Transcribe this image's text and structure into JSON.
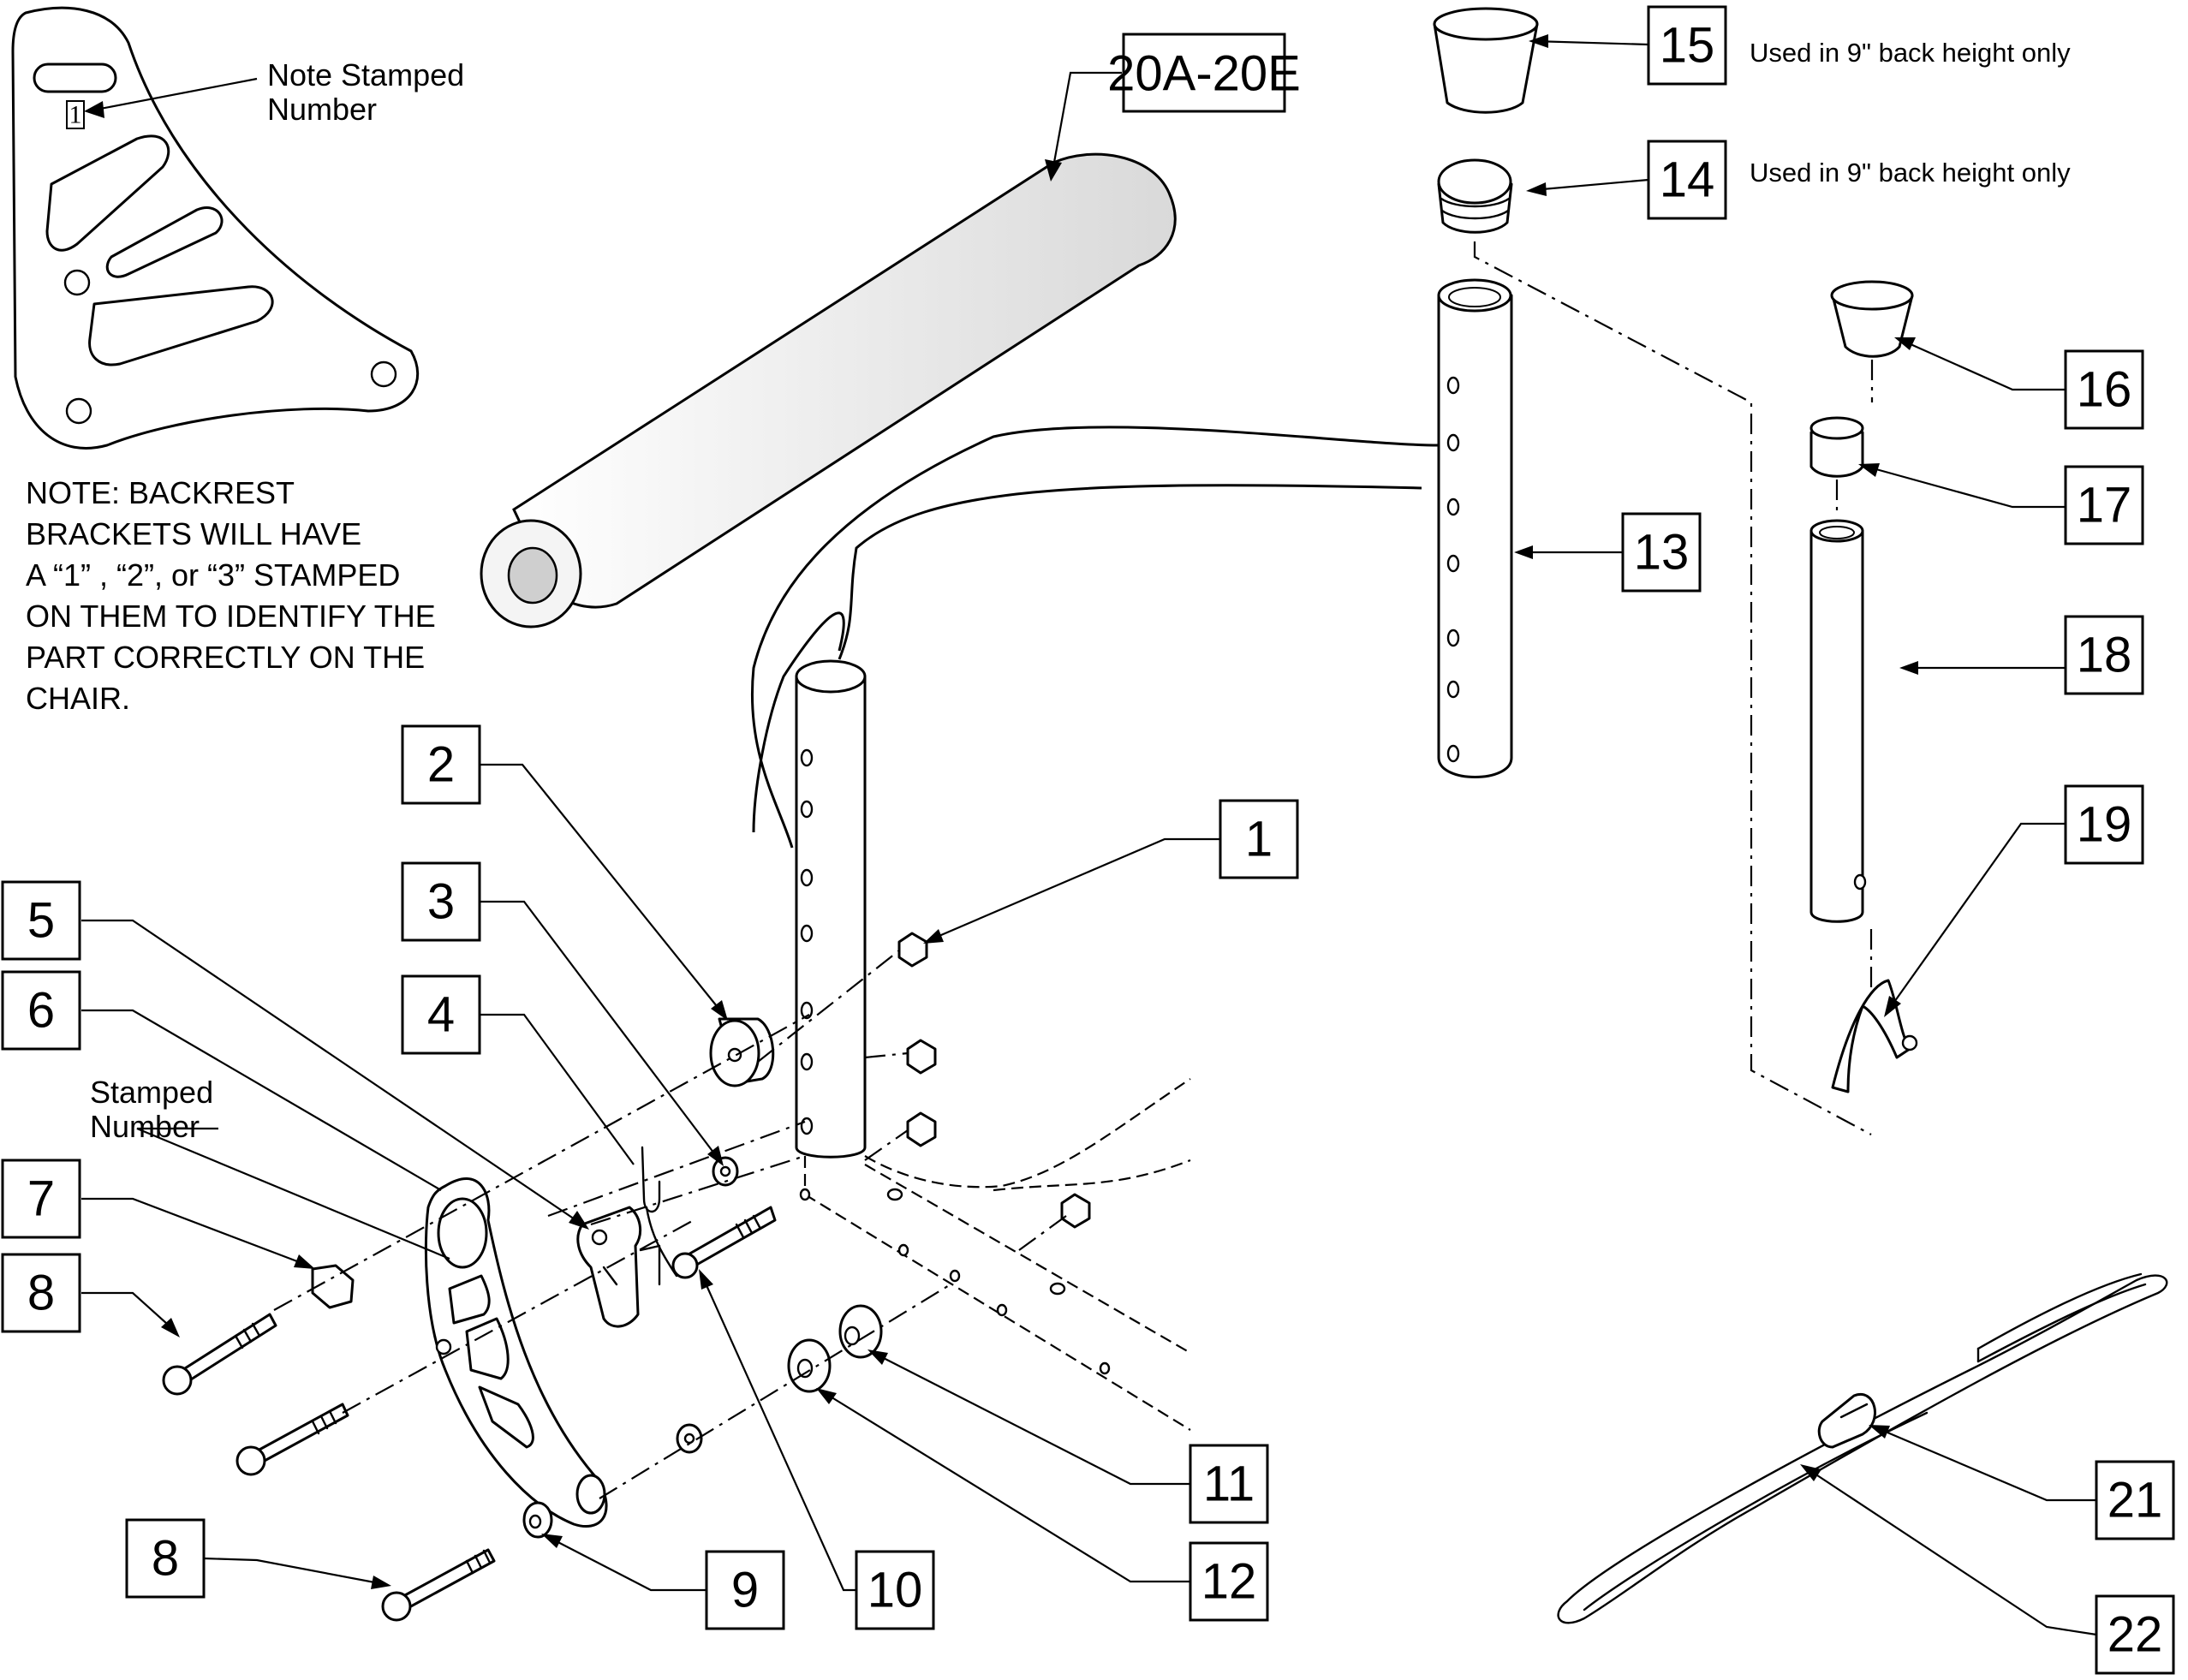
{
  "callouts": {
    "c20": "20A-20E",
    "c15": "15",
    "c14": "14",
    "c13": "13",
    "c16": "16",
    "c17": "17",
    "c18": "18",
    "c19": "19",
    "c1": "1",
    "c2": "2",
    "c3": "3",
    "c4": "4",
    "c5": "5",
    "c6": "6",
    "c7": "7",
    "c8a": "8",
    "c8b": "8",
    "c9": "9",
    "c10": "10",
    "c11": "11",
    "c12": "12",
    "c21": "21",
    "c22": "22"
  },
  "notes": {
    "stamped_note_line1": "Note Stamped",
    "stamped_note_line2": "Number",
    "stamp_digit": "1",
    "backrest_note": [
      "NOTE: BACKREST",
      "BRACKETS WILL HAVE",
      "A “1” , “2”, or “3” STAMPED",
      "ON THEM TO IDENTIFY THE",
      "PART CORRECTLY ON THE",
      "CHAIR."
    ],
    "stamped_label_line1": "Stamped",
    "stamped_label_line2": "Number",
    "usage_15": "Used in 9\" back height only",
    "usage_14": "Used in 9\" back height only"
  }
}
